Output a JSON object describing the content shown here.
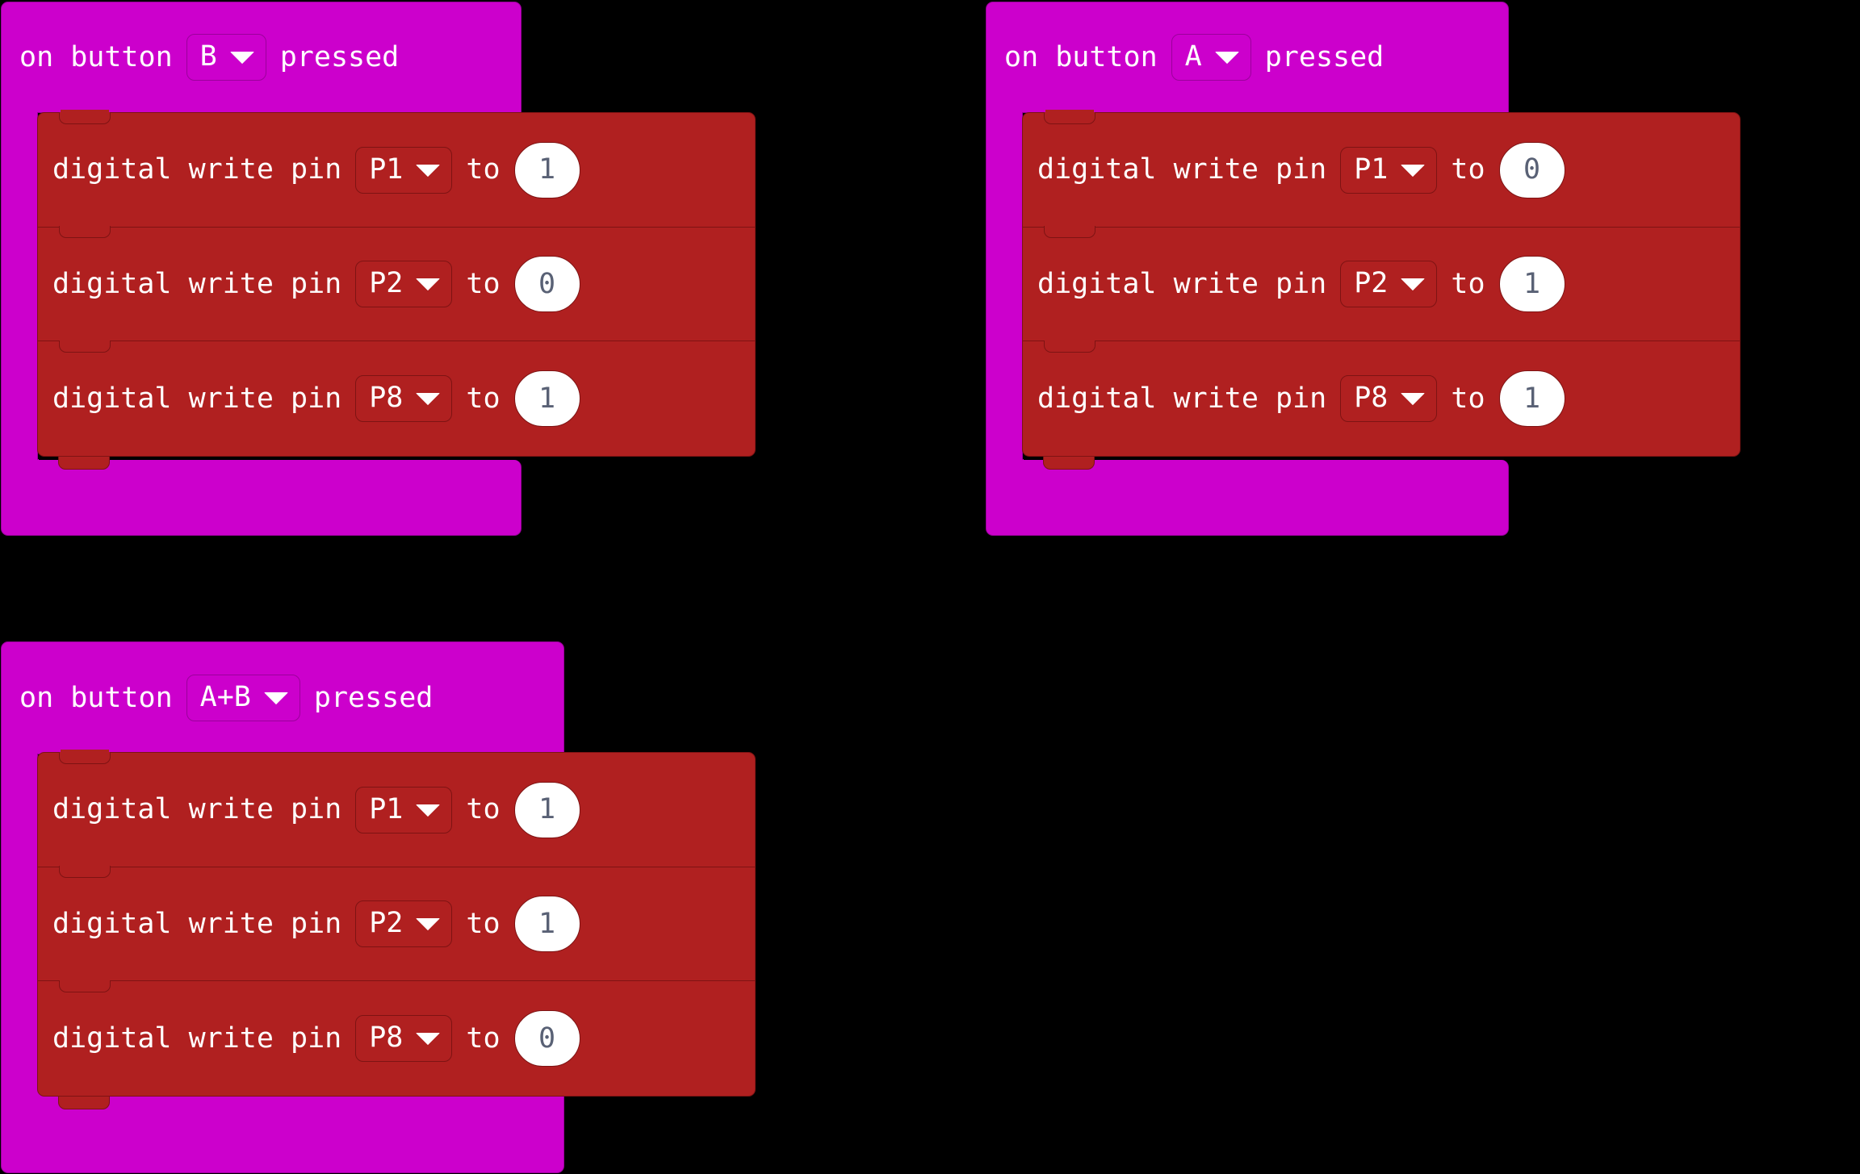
{
  "editor": {
    "name": "makecode-blocks-workspace",
    "background": "#000000",
    "colors": {
      "event_block": "#CC00CC",
      "event_block_border": "#9C009C",
      "pin_block": "#B02020",
      "pin_block_border": "#7E1313",
      "field_text": "#FFFFFF",
      "number_field_bg": "#FFFFFF",
      "number_field_text": "#596175"
    }
  },
  "icons": {
    "dropdown": "chevron-down-icon"
  },
  "groups": [
    {
      "id": "on-button-b-pressed",
      "event": {
        "prefix": "on button",
        "selected": "B",
        "suffix": "pressed",
        "options": [
          "A",
          "B",
          "A+B"
        ]
      },
      "statements": [
        {
          "prefix": "digital write pin",
          "pin": "P1",
          "mid": "to",
          "value": "1"
        },
        {
          "prefix": "digital write pin",
          "pin": "P2",
          "mid": "to",
          "value": "0"
        },
        {
          "prefix": "digital write pin",
          "pin": "P8",
          "mid": "to",
          "value": "1"
        }
      ]
    },
    {
      "id": "on-button-a-pressed",
      "event": {
        "prefix": "on button",
        "selected": "A",
        "suffix": "pressed",
        "options": [
          "A",
          "B",
          "A+B"
        ]
      },
      "statements": [
        {
          "prefix": "digital write pin",
          "pin": "P1",
          "mid": "to",
          "value": "0"
        },
        {
          "prefix": "digital write pin",
          "pin": "P2",
          "mid": "to",
          "value": "1"
        },
        {
          "prefix": "digital write pin",
          "pin": "P8",
          "mid": "to",
          "value": "1"
        }
      ]
    },
    {
      "id": "on-button-ab-pressed",
      "event": {
        "prefix": "on button",
        "selected": "A+B",
        "suffix": "pressed",
        "options": [
          "A",
          "B",
          "A+B"
        ]
      },
      "statements": [
        {
          "prefix": "digital write pin",
          "pin": "P1",
          "mid": "to",
          "value": "1"
        },
        {
          "prefix": "digital write pin",
          "pin": "P2",
          "mid": "to",
          "value": "1"
        },
        {
          "prefix": "digital write pin",
          "pin": "P8",
          "mid": "to",
          "value": "0"
        }
      ]
    }
  ]
}
